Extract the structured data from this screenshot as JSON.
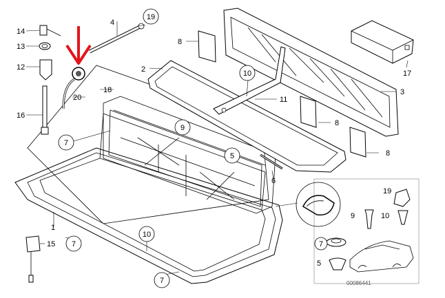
{
  "callouts": {
    "c1": "1",
    "c2": "2",
    "c3": "3",
    "c4": "4",
    "c5": "5",
    "c5b": "5",
    "c6": "6",
    "c7a": "7",
    "c7b": "7",
    "c7c": "7",
    "c7d": "7",
    "c8a": "8",
    "c8b": "8",
    "c8c": "8",
    "c9": "9",
    "c9b": "9",
    "c10a": "10",
    "c10b": "10",
    "c10c": "10",
    "c11": "11",
    "c12": "12",
    "c13": "13",
    "c14": "14",
    "c15": "15",
    "c16": "16",
    "c17": "17",
    "c18": "18",
    "c19": "19",
    "c19b": "19",
    "c20": "20"
  },
  "diagram_id": "00086441",
  "colors": {
    "arrow": "#e3141b",
    "line": "#000000"
  }
}
